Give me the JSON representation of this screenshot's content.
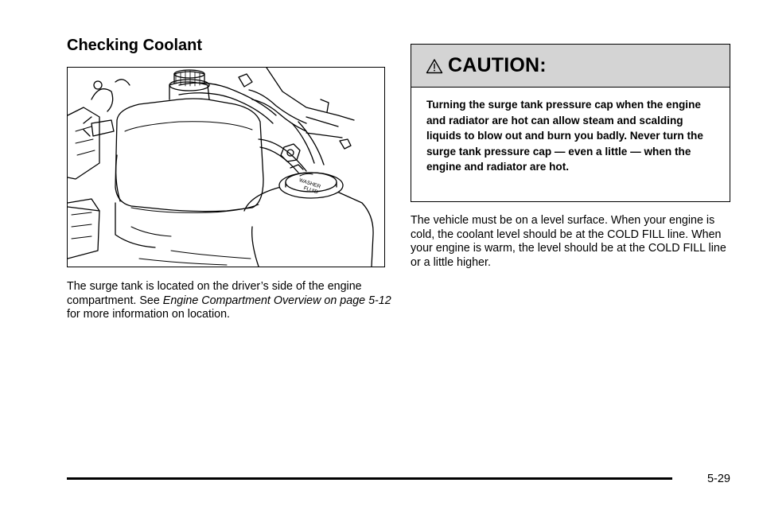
{
  "section": {
    "title": "Checking Coolant"
  },
  "figure": {
    "cap_label_line1": "WASHER",
    "cap_label_line2": "FLUID"
  },
  "left_paragraph": {
    "text_before": "The surge tank is located on the driver’s side of the engine compartment. See ",
    "reference": "Engine Compartment Overview on page 5-12",
    "text_after": " for more information on location."
  },
  "caution": {
    "icon": "warning-triangle-icon",
    "title": "CAUTION:",
    "body": "Turning the surge tank pressure cap when the engine and radiator are hot can allow steam and scalding liquids to blow out and burn you badly. Never turn the surge tank pressure cap — even a little — when the engine and radiator are hot.",
    "header_color": "#d4d4d4"
  },
  "right_paragraph": {
    "text": "The vehicle must be on a level surface. When your engine is cold, the coolant level should be at the COLD FILL line. When your engine is warm, the level should be at the COLD FILL line or a little higher."
  },
  "footer": {
    "page_number": "5-29"
  }
}
